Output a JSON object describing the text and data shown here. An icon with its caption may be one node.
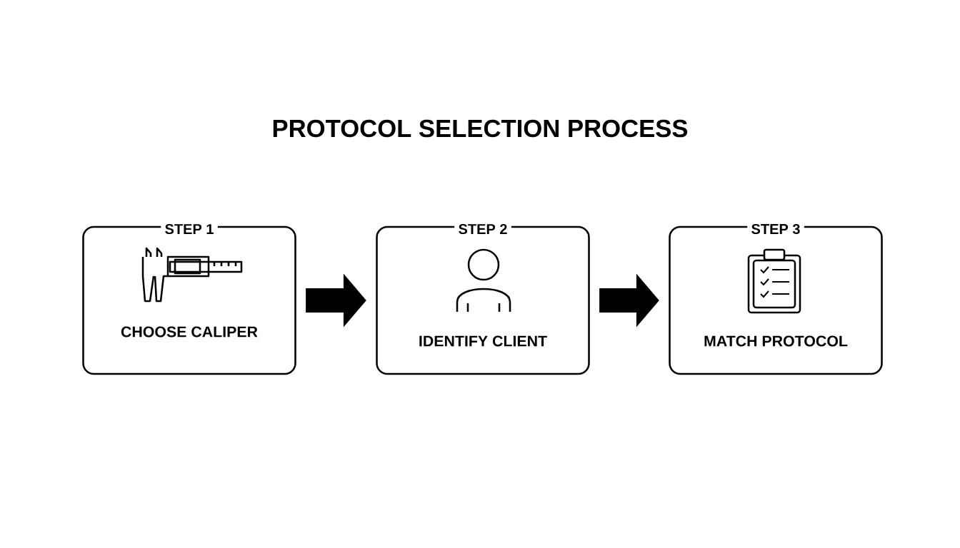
{
  "diagram": {
    "title": "PROTOCOL SELECTION PROCESS",
    "nodes": [
      {
        "text": [
          "STEP 1",
          "CHOOSE CALIPER"
        ]
      },
      {
        "text": [
          "STEP 2",
          "IDENTIFY CLIENT"
        ]
      },
      {
        "text": [
          "STEP 3",
          "MATCH PROTOCOL"
        ]
      }
    ],
    "edges": [
      {
        "from": 0,
        "to": 1,
        "arrow": "to"
      },
      {
        "from": 1,
        "to": 2,
        "arrow": "to"
      }
    ]
  }
}
